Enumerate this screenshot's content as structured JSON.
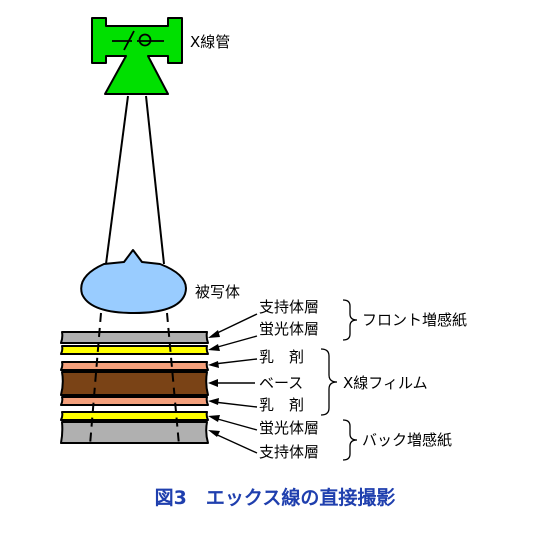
{
  "labels": {
    "xray_tube": "X線管",
    "subject": "被写体",
    "front_support": "支持体層",
    "front_phosphor": "蛍光体層",
    "front_screen": "フロント増感紙",
    "emulsion_top": "乳　剤",
    "base": "ベース",
    "emulsion_bottom": "乳　剤",
    "xray_film": "X線フィルム",
    "back_phosphor": "蛍光体層",
    "back_support": "支持体層",
    "back_screen": "バック増感紙"
  },
  "caption": "図3　エックス線の直接撮影",
  "colors": {
    "tube": "#00e000",
    "subject": "#99ccff",
    "support": "#b0b0b0",
    "phosphor": "#ffff00",
    "emulsion": "#f4a07c",
    "base": "#7a4316",
    "caption": "#1f3fae"
  }
}
